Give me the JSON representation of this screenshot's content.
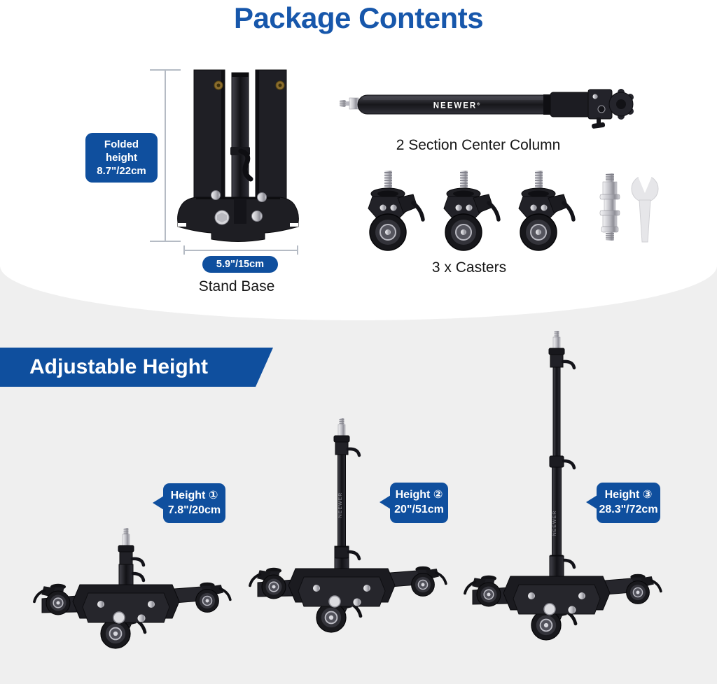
{
  "title": "Package Contents",
  "package_section": {
    "stand_base": {
      "caption": "Stand Base",
      "folded_line1": "Folded",
      "folded_line2": "height",
      "folded_line3": "8.7\"/22cm",
      "width_label": "5.9\"/15cm"
    },
    "center_column": {
      "caption": "2 Section Center Column",
      "brand": "NEEWER",
      "brand_mark": "®"
    },
    "casters": {
      "caption": "3 x Casters"
    }
  },
  "height_section": {
    "banner": "Adjustable Height",
    "labels": [
      {
        "line1": "Height ①",
        "line2": "7.8\"/20cm"
      },
      {
        "line1": "Height ②",
        "line2": "20\"/51cm"
      },
      {
        "line1": "Height ③",
        "line2": "28.3\"/72cm"
      }
    ],
    "column_brand": "NEEWER"
  },
  "colors": {
    "title_blue": "#1757AB",
    "label_blue": "#0F4F9E",
    "background_gray": "#EFEFEF"
  }
}
